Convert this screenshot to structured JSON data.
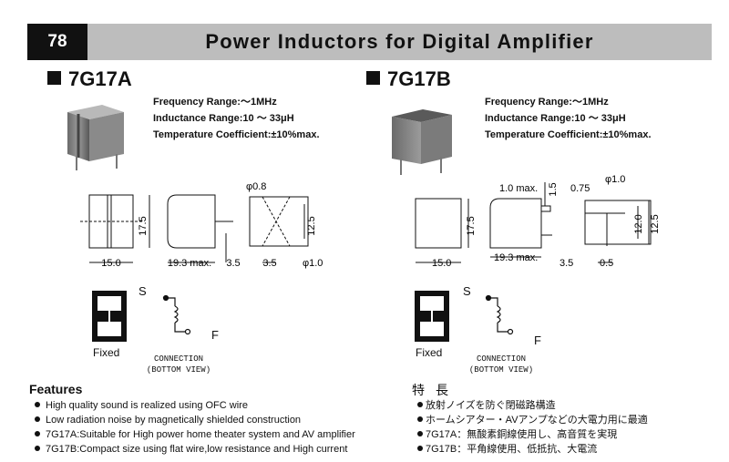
{
  "header": {
    "page_number": "78",
    "title": "Power Inductors for Digital Amplifier"
  },
  "products": [
    {
      "model": "7G17A",
      "specs": [
        "Frequency Range:～1MHz",
        "Inductance Range:10 ～ 33μH",
        "Temperature Coefficient:±10%max."
      ],
      "dims": {
        "width": "15.0",
        "height": "17.5",
        "depth": "19.3 max.",
        "pin_len": "3.5",
        "pitch": "3.5",
        "pin_w": "12.5",
        "pin_d1": "φ0.8",
        "pin_d2": "φ1.0"
      },
      "symbol": {
        "start": "S",
        "finish": "F",
        "fixed_label": "Fixed",
        "connection_line1": "CONNECTION",
        "connection_line2": "(BOTTOM VIEW)"
      }
    },
    {
      "model": "7G17B",
      "specs": [
        "Frequency Range:～1MHz",
        "Inductance Range:10 ～ 33μH",
        "Temperature Coefficient:±10%max."
      ],
      "dims": {
        "width": "15.0",
        "height": "17.5",
        "depth": "19.3 max.",
        "pin_len": "3.5",
        "flat": "1.0 max.",
        "flat_h": "1.5",
        "pitch": "0.5",
        "pin_w1": "12.0",
        "pin_w2": "12.5",
        "pin_d1": "0.75",
        "pin_d2": "φ1.0"
      },
      "symbol": {
        "start": "S",
        "finish": "F",
        "fixed_label": "Fixed",
        "connection_line1": "CONNECTION",
        "connection_line2": "(BOTTOM VIEW)"
      }
    }
  ],
  "features": {
    "title": "Features",
    "items": [
      "High quality sound is realized using OFC wire",
      "Low radiation noise by magnetically shielded construction",
      "7G17A:Suitable for High power home theater system and AV amplifier",
      "7G17B:Compact size using flat wire,low resistance and High current"
    ]
  },
  "features_jp": {
    "title": "特長",
    "items": [
      "放射ノイズを防ぐ閉磁路構造",
      "ホームシアター・AVアンプなどの大電力用に最適",
      "7G17A：無酸素銅線使用し、高音質を実現",
      "7G17B：平角線使用、低抵抗、大電流"
    ]
  },
  "colors": {
    "header_bar": "#bdbdbd",
    "page_badge": "#111111",
    "text": "#111111"
  }
}
